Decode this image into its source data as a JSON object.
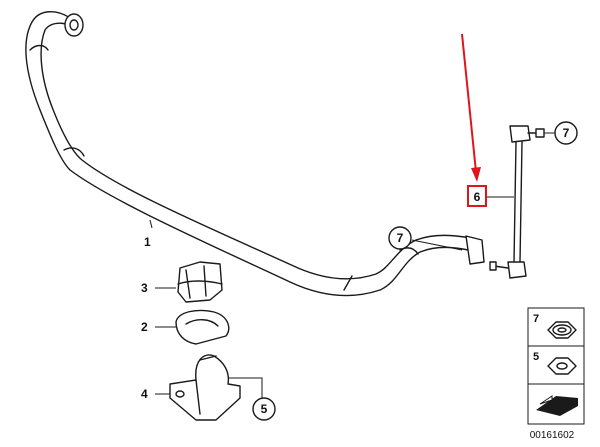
{
  "diagram": {
    "callouts": {
      "part1": "1",
      "part2": "2",
      "part3": "3",
      "part4": "4",
      "part5": "5",
      "part6": "6",
      "part7_top": "7",
      "part7_mid": "7"
    },
    "legend": {
      "item_top": "7",
      "item_bottom": "5"
    },
    "diagram_number": "00161602",
    "highlight_color": "#e0141b"
  }
}
